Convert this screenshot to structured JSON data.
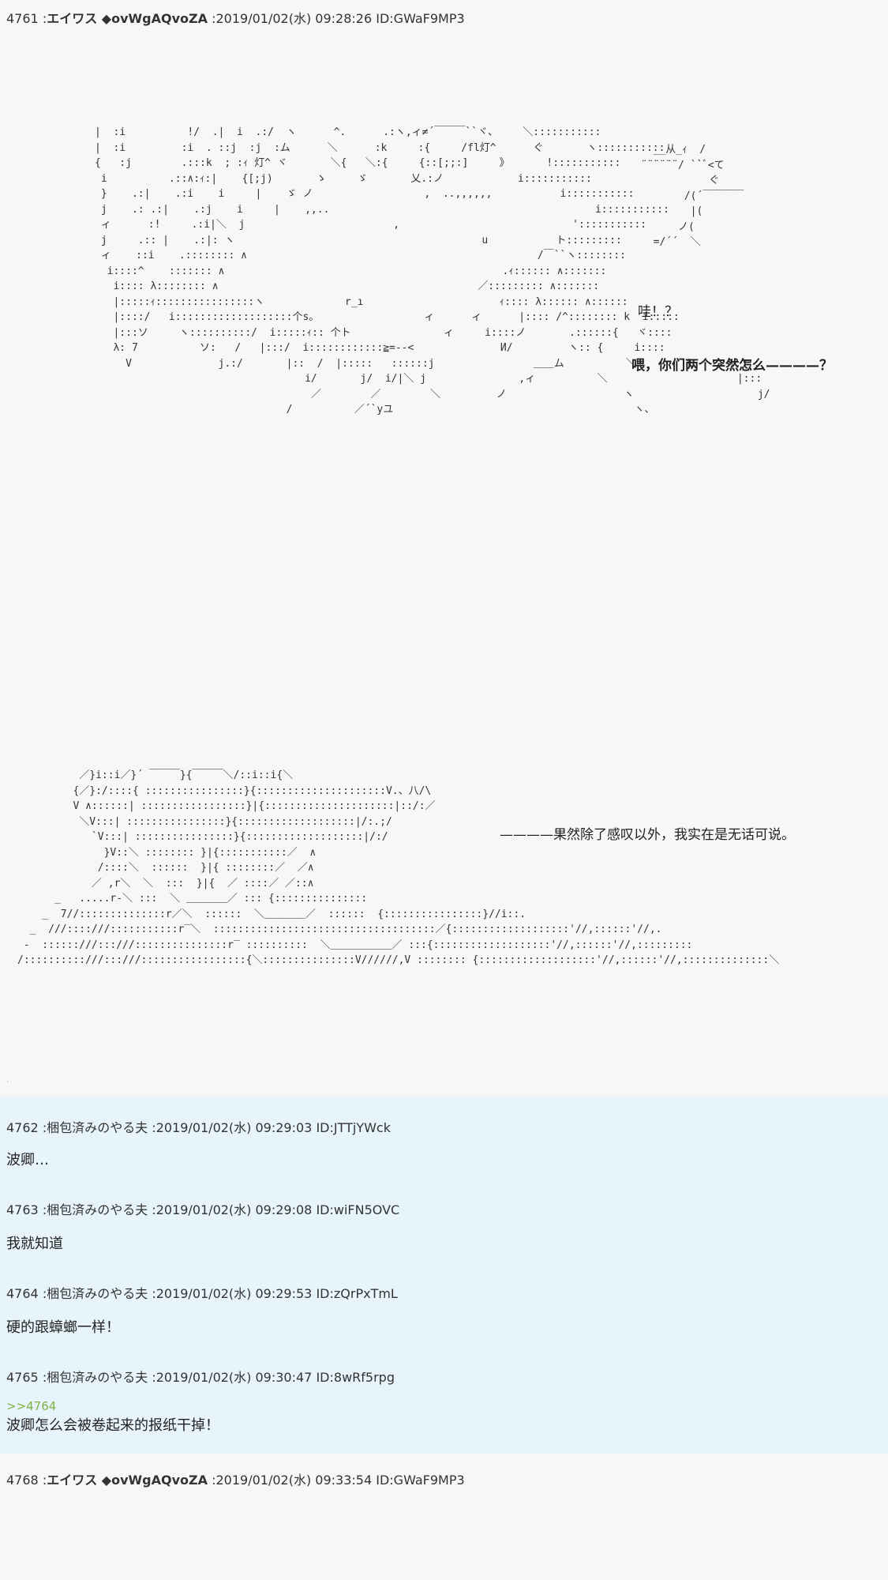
{
  "posts": [
    {
      "num": "4761",
      "name": "エイワス ◆ovWgAQvoZA",
      "date": "2019/01/02(水) 09:28:26",
      "id": "ID:GWaF9MP3",
      "dialog": [
        "哇！？",
        "喂，你们两个突然怎么————？",
        "————果然除了感叹以外，我实在是无话可说。"
      ],
      "aa_face": "|  :i          !/  .|  i  .:/  ヽ      ^.      .:ヽ,ィ≠´￣￣￣``ヾ、    ＼:::::::::::\n|  :i         :i  . ::j  :j  :ム      ＼      :k     :{     /fl灯^      ぐ       ヽ:::::::::::\n{   :j        .:::k  ; :ｨ 灯^ ヾ       ＼{   ＼:{     {::[;;:]     》      !:::::::::::\n i          .::∧:ｨ:|    {[;j)       ゝ     ゞ       乂.:ノ            i:::::::::::\n }    .:|    .:i    i     |    ゞ ノ                  ,  ..,,,,,,           i:::::::::::\n j    .: .:|    .:j    i     |    ,,..                                           i:::::::::::\n ィ      :!     .:i|＼  j                        ,                            ':::::::::::\n j     .:: |    .:|: ヽ                                        u           ト:::::::::\n ィ    ::i    .:::::::: ∧                                               /￣``ヽ::::::::\n  i::::^    ::::::: ∧                                             .ｨ:::::: ∧:::::::\n   i:::: λ:::::::: ∧                                          ／::::::::: ∧:::::::\n   |:::::ｨ::::::::::::::::ヽ             r_ı                      ｨ:::: λ:::::: ∧::::::\n   |::::/   i:::::::::::::::::::个s。                 ィ      ィ      |:::: /^:::::::: k  i:::::\n   |:::ソ     ヽ::::::::::/  i:::::ｨ:: 个ト               ィ     i::::ノ       .::::::{   ヾ::::\n   λ: 7          ソ:   /   |:::/  i::::::::::::≧=--<              И/         ヽ:: {     i::::\n     V              j.:/       |::  /  |:::::   ::::::j                ＿＿ム          ＼        j      |::::\n                                  i/       j/  i/|＼ j               ,ィ          ＼                     |:::\n                                   ／        ／        ＼         ノ                   ヽ                    j/\n                               /          ／´`yユ                                       ヽ、",
      "aa_side": "  __从_ｨ  /\n¨¨¨¨¨¨/ ``ﾞ<て\n           ぐ\n       /(´￣￣￣￣\n        |(\n      ノ(\n  =/´´  ＼",
      "aa_body": "          ／}i::i／}´ ￣￣￣}{￣￣￣＼/::i::i{＼\n         {／}:/::::{ ::::::::::::::::}{:::::::::::::::::::::V.、八/\\\n         V ∧::::::| :::::::::::::::::}|{:::::::::::::::::::::|::/:／\n          ＼V:::| ::::::::::::::::}{:::::::::::::::::::|/:.;/\n            `V:::| ::::::::::::::::}{:::::::::::::::::::|/:/\n              }V::＼ :::::::: }|{:::::::::::／  ∧\n             /::::＼  ::::::  }|{ ::::::::／  ／∧\n            ／ ,r＼  ＼  :::  }|{  ／ ::::／ ／::∧\n      _   .....r‐＼ :::  ＼ ＿＿＿＿／ ::: {:::::::::::::::\n    _  7//::::::::::::::r／＼  ::::::  ＼＿＿＿＿／  ::::::  {::::::::::::::::}//i::.\n  _  ///::::///:::::::::::r‾＼  ::::::::::::::::::::::::::::::::::::／{:::::::::::::::::::'//,::::::'//,.\n -  ::::::///:::///:::::::::::::::r‾ ::::::::::  ＼＿＿＿＿＿＿／ :::{:::::::::::::::::::'//,::::::'//,:::::::::\n/::::::::::///:::///:::::::::::::::::{＼:::::::::::::::V//////,V :::::::: {:::::::::::::::::::'//,::::::'//,::::::::::::::＼"
    },
    {
      "num": "4762",
      "name": "梱包済みのやる夫",
      "date": "2019/01/02(水) 09:29:03",
      "id": "ID:JTTjYWck",
      "text": "波卿…"
    },
    {
      "num": "4763",
      "name": "梱包済みのやる夫",
      "date": "2019/01/02(水) 09:29:08",
      "id": "ID:wiFN5OVC",
      "text": "我就知道"
    },
    {
      "num": "4764",
      "name": "梱包済みのやる夫",
      "date": "2019/01/02(水) 09:29:53",
      "id": "ID:zQrPxTmL",
      "text": "硬的跟蟑螂一样！"
    },
    {
      "num": "4765",
      "name": "梱包済みのやる夫",
      "date": "2019/01/02(水) 09:30:47",
      "id": "ID:8wRf5rpg",
      "anchor": ">>4764",
      "text": "波卿怎么会被卷起来的报纸干掉！"
    },
    {
      "num": "4768",
      "name": "エイワス ◆ovWgAQvoZA",
      "date": "2019/01/02(水) 09:33:54",
      "id": "ID:GWaF9MP3"
    }
  ],
  "colors": {
    "post_bg": "#f7f7f7",
    "reply_bg": "#e8f4fb",
    "anchor": "#7cb342"
  }
}
